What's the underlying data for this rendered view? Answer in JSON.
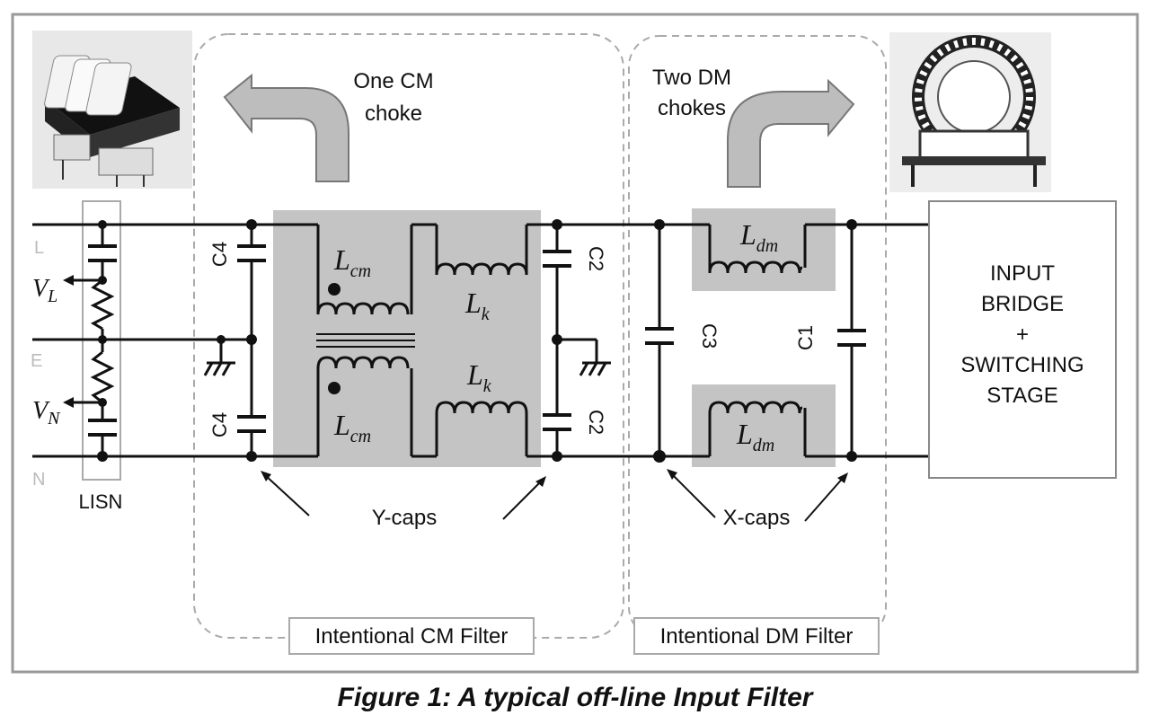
{
  "figure": {
    "caption": "Figure 1: A typical off-line Input Filter",
    "annotations": {
      "cm_choke": [
        "One CM",
        "choke"
      ],
      "dm_chokes": [
        "Two DM",
        "chokes"
      ],
      "y_caps": "Y-caps",
      "x_caps": "X-caps"
    },
    "filter_labels": {
      "cm_filter": "Intentional CM Filter",
      "dm_filter": "Intentional DM Filter"
    },
    "block": [
      "INPUT",
      "BRIDGE",
      "+",
      "SWITCHING",
      "STAGE"
    ],
    "lisn": {
      "label": "LISN",
      "lines": {
        "L": "L",
        "E": "E",
        "N": "N"
      },
      "vl": {
        "v": "V",
        "sub": "L"
      },
      "vn": {
        "v": "V",
        "sub": "N"
      }
    },
    "components": {
      "c4_top": "C4",
      "c4_bot": "C4",
      "c2_top": "C2",
      "c2_bot": "C2",
      "c3": "C3",
      "c1": "C1",
      "lcm_top": {
        "v": "L",
        "sub": "cm"
      },
      "lcm_bot": {
        "v": "L",
        "sub": "cm"
      },
      "lk_top": {
        "v": "L",
        "sub": "k"
      },
      "lk_bot": {
        "v": "L",
        "sub": "k"
      },
      "ldm_top": {
        "v": "L",
        "sub": "dm"
      },
      "ldm_bot": {
        "v": "L",
        "sub": "dm"
      }
    }
  }
}
